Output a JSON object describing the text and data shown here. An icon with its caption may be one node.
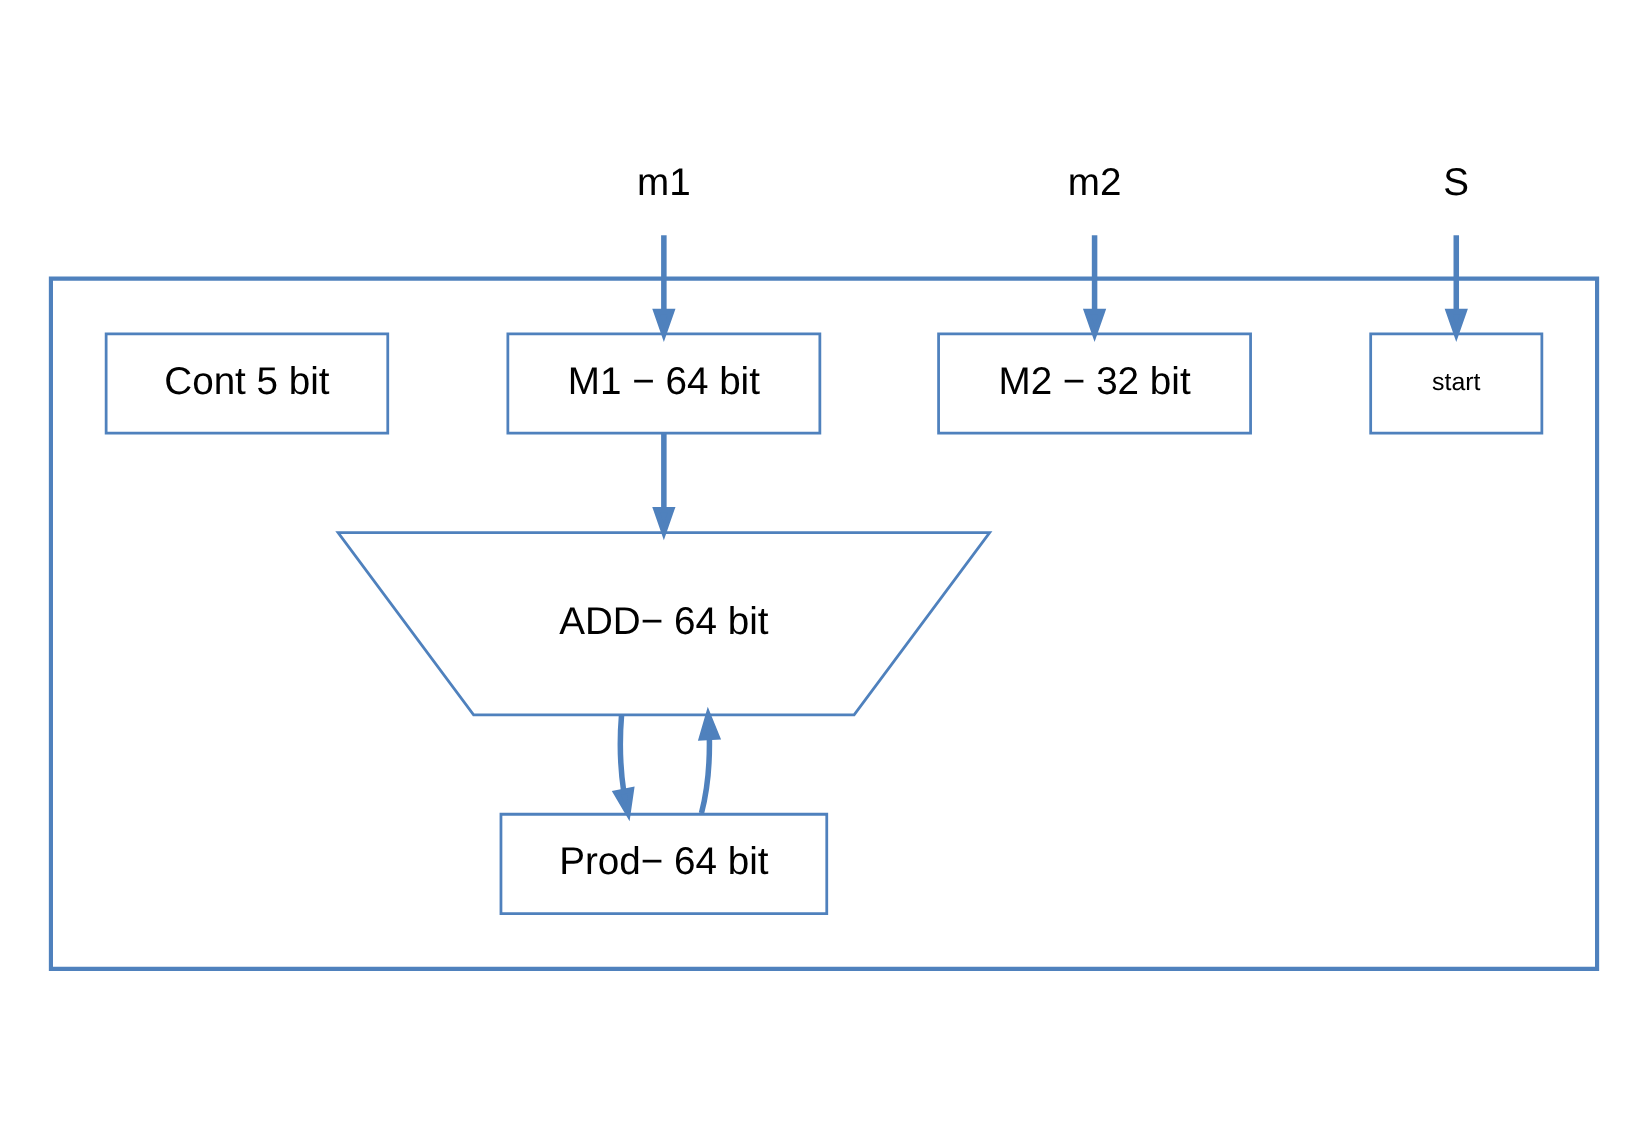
{
  "diagram": {
    "nodes": [
      {
        "text": [],
        "shape": "box"
      },
      {
        "text": [
          "m1"
        ]
      },
      {
        "text": [
          "m2"
        ]
      },
      {
        "text": [
          "S"
        ]
      },
      {
        "text": [
          "M1 − 64 bit"
        ],
        "in": 0
      },
      {
        "text": [
          "M2 − 32 bit"
        ],
        "in": 0
      },
      {
        "text": [
          "start"
        ],
        "in": 0
      },
      {
        "text": [
          "ADD− 64 bit"
        ],
        "in": 0
      },
      {
        "text": [
          "Cont 5 bit"
        ],
        "in": 0
      },
      {
        "text": [
          "Prod− 64 bit"
        ],
        "in": 0
      }
    ],
    "edges": [
      {
        "from": 1,
        "to": 4,
        "arrow": "to"
      },
      {
        "from": 2,
        "to": 5,
        "arrow": "to"
      },
      {
        "from": 3,
        "to": 6,
        "arrow": "to"
      },
      {
        "from": 4,
        "to": 7,
        "arrow": "to"
      },
      {
        "from": 7,
        "to": 9,
        "arrow": "to"
      },
      {
        "from": 9,
        "to": 7,
        "arrow": "to"
      }
    ]
  }
}
